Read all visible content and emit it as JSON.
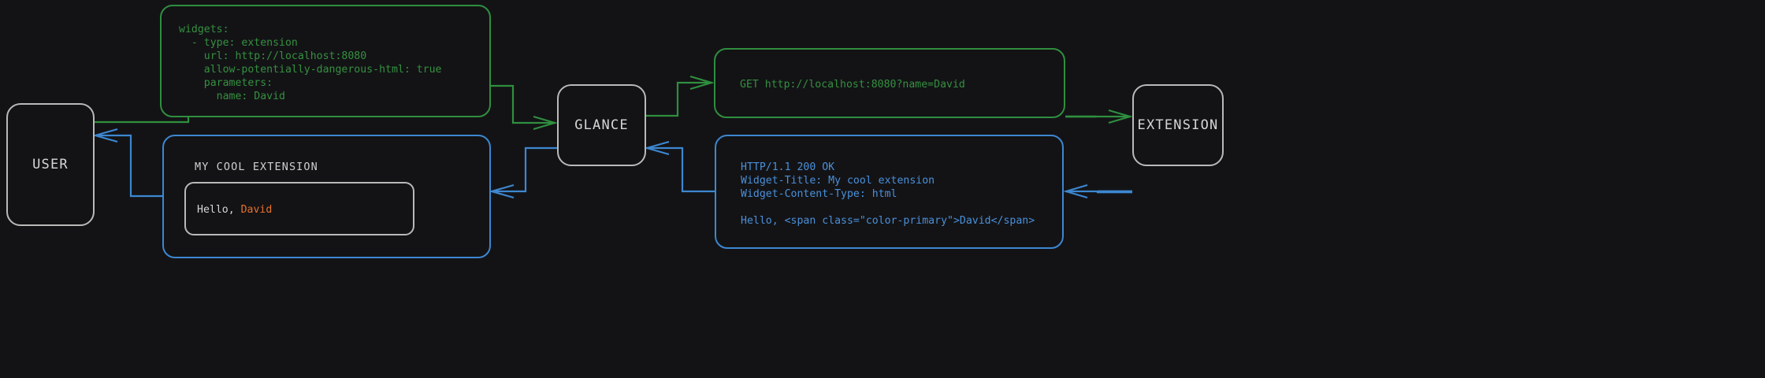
{
  "theme": {
    "background": "#131316",
    "request_green": "#2f8f3e",
    "response_blue": "#3d87d0",
    "node_border": "#b9b9b9",
    "node_text": "#d6d6d6",
    "accent_orange": "#e8712b"
  },
  "nodes": {
    "user": "USER",
    "glance": "GLANCE",
    "extension": "EXTENSION"
  },
  "panels": {
    "yaml_config": "widgets:\n  - type: extension\n    url: http://localhost:8080\n    allow-potentially-dangerous-html: true\n    parameters:\n      name: David",
    "http_request": "GET http://localhost:8080?name=David",
    "http_response": "HTTP/1.1 200 OK\nWidget-Title: My cool extension\nWidget-Content-Type: html\n\nHello, <span class=\"color-primary\">David</span>",
    "widget_preview": {
      "title": "MY COOL EXTENSION",
      "greeting": "Hello, ",
      "name": "David"
    }
  },
  "connectors": [
    {
      "name": "user-to-yaml",
      "color": "#2f8f3e",
      "direction": "right"
    },
    {
      "name": "yaml-to-glance",
      "color": "#2f8f3e",
      "direction": "right"
    },
    {
      "name": "glance-to-request",
      "color": "#2f8f3e",
      "direction": "right"
    },
    {
      "name": "request-to-extension",
      "color": "#2f8f3e",
      "direction": "right"
    },
    {
      "name": "extension-to-response",
      "color": "#3d87d0",
      "direction": "left"
    },
    {
      "name": "response-to-glance",
      "color": "#3d87d0",
      "direction": "left"
    },
    {
      "name": "glance-to-widget",
      "color": "#3d87d0",
      "direction": "left"
    },
    {
      "name": "widget-to-user",
      "color": "#3d87d0",
      "direction": "left"
    }
  ]
}
